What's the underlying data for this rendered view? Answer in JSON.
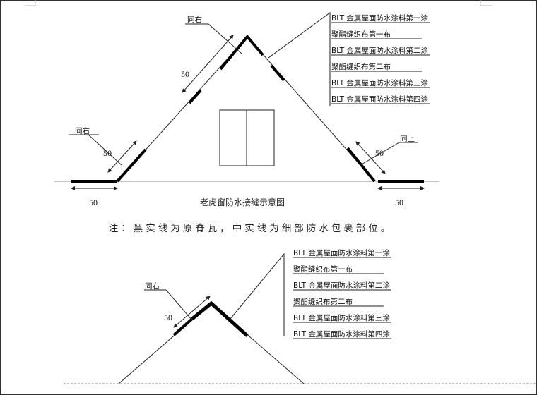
{
  "top_diagram": {
    "layers": [
      "BLT 金属屋面防水涂料第一涂",
      "聚酯缝织布第一布",
      "BLT 金属屋面防水涂料第二涂",
      "聚酯缝织布第二布",
      "BLT 金属屋面防水涂料第三涂",
      "BLT 金属屋面防水涂料第四涂"
    ],
    "label_apex": "同右",
    "label_left": "同右",
    "label_right": "同上",
    "dim_apex": "50",
    "dim_left_slope": "50",
    "dim_right_slope": "50",
    "dim_left_base": "50",
    "dim_right_base": "50",
    "caption": "老虎窗防水接缝示意图"
  },
  "note": "注：黑实线为原脊瓦，中实线为细部防水包裹部位。",
  "bottom_diagram": {
    "layers": [
      "BLT 金属屋面防水涂料第一涂",
      "聚酯缝织布第一布",
      "BLT 金属屋面防水涂料第二涂",
      "聚酯缝织布第二布",
      "BLT 金属屋面防水涂料第三涂",
      "BLT 金属屋面防水涂料第四涂"
    ],
    "label_apex": "同右",
    "dim_apex": "50"
  }
}
